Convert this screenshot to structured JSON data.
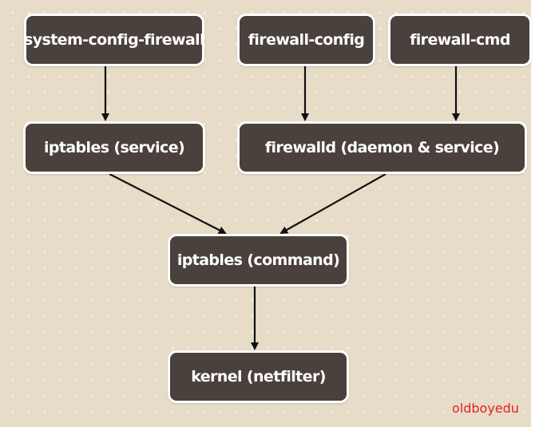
{
  "diagram": {
    "nodes": [
      {
        "id": "n1",
        "label": "system-config-firewall"
      },
      {
        "id": "n2",
        "label": "firewall-config"
      },
      {
        "id": "n3",
        "label": "firewall-cmd"
      },
      {
        "id": "n4",
        "label": "iptables (service)"
      },
      {
        "id": "n5",
        "label": "firewalld (daemon & service)"
      },
      {
        "id": "n6",
        "label": "iptables (command)"
      },
      {
        "id": "n7",
        "label": "kernel (netfilter)"
      }
    ],
    "edges": [
      {
        "from": "system-config-firewall",
        "to": "iptables (service)"
      },
      {
        "from": "firewall-config",
        "to": "firewalld (daemon & service)"
      },
      {
        "from": "firewall-cmd",
        "to": "firewalld (daemon & service)"
      },
      {
        "from": "iptables (service)",
        "to": "iptables (command)"
      },
      {
        "from": "firewalld (daemon & service)",
        "to": "iptables (command)"
      },
      {
        "from": "iptables (command)",
        "to": "kernel (netfilter)"
      }
    ]
  },
  "colors": {
    "background": "#e6dcc8",
    "node_fill": "#4a413d",
    "node_border": "#ffffff",
    "node_text": "#ffffff",
    "arrow": "#111111",
    "watermark": "#e8201f"
  },
  "watermark": "oldboyedu"
}
